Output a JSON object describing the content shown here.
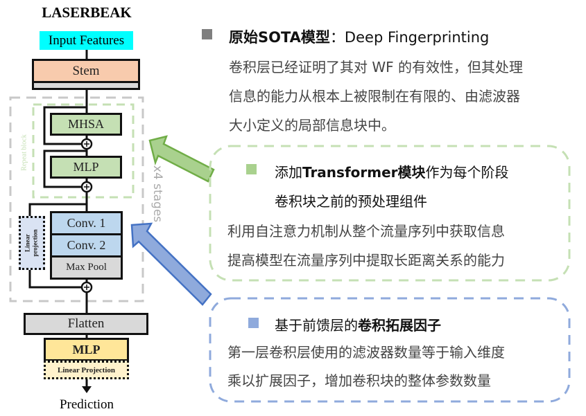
{
  "diagram": {
    "title": "LASERBEAK",
    "input": "Input Features",
    "stem": "Stem",
    "mhsa": "MHSA",
    "mlp_block": "MLP",
    "repeat_label": "Repeat block",
    "stages_label": "x4 stages",
    "linear_projection_side": "Linear projection",
    "conv1": "Conv. 1",
    "conv2": "Conv. 2",
    "maxpool": "Max Pool",
    "flatten": "Flatten",
    "mlp_head": "MLP",
    "linear_projection_head": "Linear Projection",
    "output": "Prediction"
  },
  "notes": {
    "sota": {
      "title_bold": "原始SOTA模型",
      "title_rest": "：Deep Fingerprinting",
      "lines": [
        "卷积层已经证明了其对 WF 的有效性，但其处理",
        "信息的能力从根本上被限制在有限的、由滤波器",
        "大小定义的局部信息块中。"
      ]
    },
    "transformer": {
      "pre": "添加",
      "bold": "Transformer模块",
      "post": "作为每个阶段",
      "line2": "卷积块之前的预处理组件",
      "lines": [
        "利用自注意力机制从整个流量序列中获取信息",
        "提高模型在流量序列中提取长距离关系的能力"
      ]
    },
    "conv": {
      "pre": "基于前馈层的",
      "bold": "卷积拓展因子",
      "lines": [
        "第一层卷积层使用的滤波器数量等于输入维度",
        "乘以扩展因子，增加卷积块的整体参数数量"
      ]
    }
  },
  "colors": {
    "green": "#a9d18e",
    "blue": "#8faadc",
    "gray": "#7f7f7f"
  }
}
